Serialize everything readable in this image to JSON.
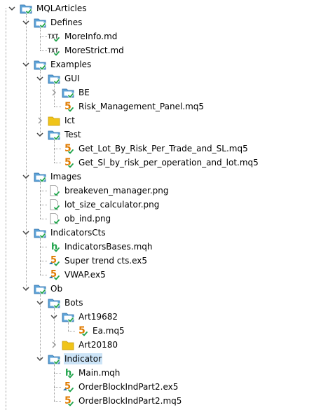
{
  "tree": [
    {
      "label": "MQLArticles",
      "depth": 0,
      "kind": "folder-blue",
      "expander": "expanded"
    },
    {
      "label": "Defines",
      "depth": 1,
      "kind": "folder-blue",
      "expander": "expanded"
    },
    {
      "label": "MoreInfo.md",
      "depth": 2,
      "kind": "file-txt",
      "expander": "none"
    },
    {
      "label": "MoreStrict.md",
      "depth": 2,
      "kind": "file-txt",
      "expander": "none"
    },
    {
      "label": "Examples",
      "depth": 1,
      "kind": "folder-blue",
      "expander": "expanded"
    },
    {
      "label": "GUI",
      "depth": 2,
      "kind": "folder-blue",
      "expander": "expanded"
    },
    {
      "label": "BE",
      "depth": 3,
      "kind": "folder-blue",
      "expander": "collapsed"
    },
    {
      "label": "Risk_Management_Panel.mq5",
      "depth": 3,
      "kind": "file-mq5",
      "expander": "none"
    },
    {
      "label": "Ict",
      "depth": 2,
      "kind": "folder-yellow",
      "expander": "collapsed"
    },
    {
      "label": "Test",
      "depth": 2,
      "kind": "folder-blue",
      "expander": "expanded"
    },
    {
      "label": "Get_Lot_By_Risk_Per_Trade_and_SL.mq5",
      "depth": 3,
      "kind": "file-mq5",
      "expander": "none"
    },
    {
      "label": "Get_Sl_by_risk_per_operation_and_lot.mq5",
      "depth": 3,
      "kind": "file-mq5",
      "expander": "none"
    },
    {
      "label": "Images",
      "depth": 1,
      "kind": "folder-blue",
      "expander": "expanded"
    },
    {
      "label": "breakeven_manager.png",
      "depth": 2,
      "kind": "file-blank",
      "expander": "none"
    },
    {
      "label": "lot_size_calculator.png",
      "depth": 2,
      "kind": "file-blank",
      "expander": "none"
    },
    {
      "label": "ob_ind.png",
      "depth": 2,
      "kind": "file-blank",
      "expander": "none"
    },
    {
      "label": "IndicatorsCts",
      "depth": 1,
      "kind": "folder-blue",
      "expander": "expanded"
    },
    {
      "label": "IndicatorsBases.mqh",
      "depth": 2,
      "kind": "file-mqh",
      "expander": "none"
    },
    {
      "label": "Super trend cts.ex5",
      "depth": 2,
      "kind": "file-ex5",
      "expander": "none"
    },
    {
      "label": "VWAP.ex5",
      "depth": 2,
      "kind": "file-ex5",
      "expander": "none"
    },
    {
      "label": "Ob",
      "depth": 1,
      "kind": "folder-blue",
      "expander": "expanded"
    },
    {
      "label": "Bots",
      "depth": 2,
      "kind": "folder-blue",
      "expander": "expanded"
    },
    {
      "label": "Art19682",
      "depth": 3,
      "kind": "folder-blue",
      "expander": "expanded"
    },
    {
      "label": "Ea.mq5",
      "depth": 4,
      "kind": "file-mq5",
      "expander": "none"
    },
    {
      "label": "Art20180",
      "depth": 3,
      "kind": "folder-yellow",
      "expander": "collapsed"
    },
    {
      "label": "Indicator",
      "depth": 2,
      "kind": "folder-blue",
      "expander": "expanded",
      "selected": true
    },
    {
      "label": "Main.mqh",
      "depth": 3,
      "kind": "file-mqh",
      "expander": "none"
    },
    {
      "label": "OrderBlockIndPart2.ex5",
      "depth": 3,
      "kind": "file-ex5",
      "expander": "none"
    },
    {
      "label": "OrderBlockIndPart2.mq5",
      "depth": 3,
      "kind": "file-mq5",
      "expander": "none"
    }
  ],
  "colors": {
    "folder_blue": "#5ea3d8",
    "folder_yellow": "#f0c419",
    "check_green": "#1fa34a",
    "mq5_orange": "#e07b00",
    "selection": "#cce4f7"
  }
}
